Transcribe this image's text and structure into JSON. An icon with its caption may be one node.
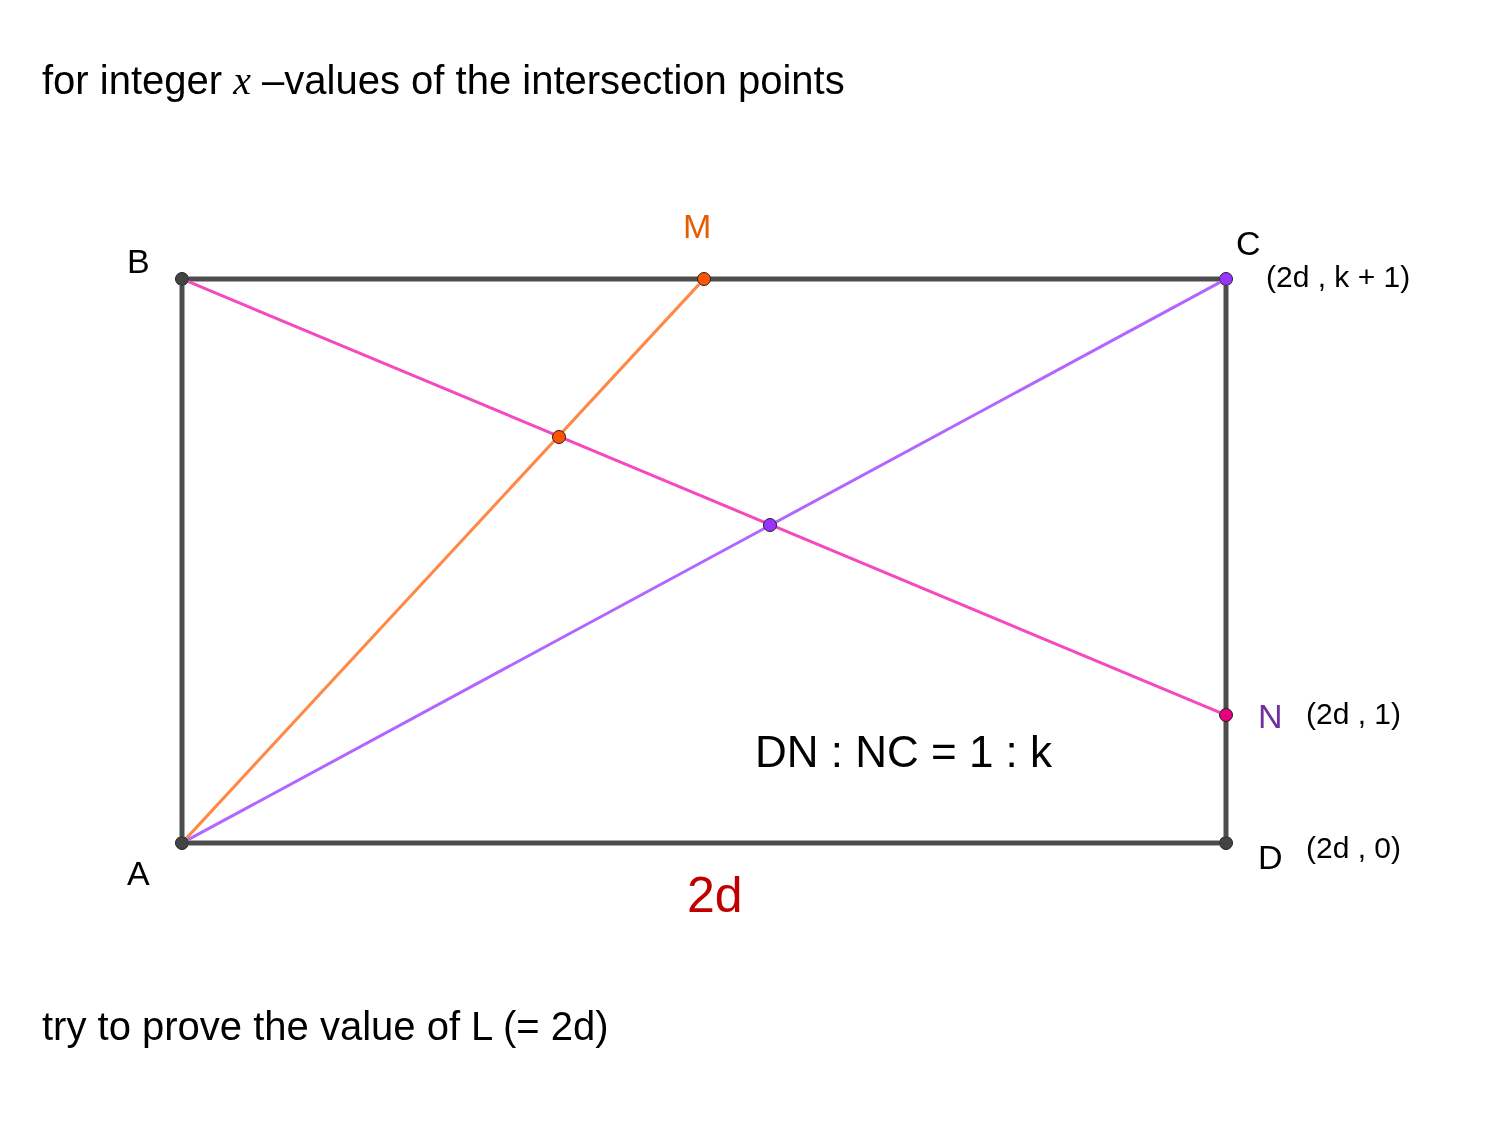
{
  "diagram": {
    "title": "for integer *x* –values of the intersection points",
    "caption": "try to prove the value of L (= 2d)",
    "nodes": [
      {
        "text": [
          "B"
        ]
      },
      {
        "text": [
          "M"
        ]
      },
      {
        "text": [
          "C"
        ],
        "beside": [
          "(2d , k + 1)"
        ]
      },
      {
        "text": [],
        "shape": "circle"
      },
      {
        "text": [],
        "shape": "circle"
      },
      {
        "text": [
          "N"
        ],
        "beside": [
          "(2d , 1)"
        ]
      },
      {
        "text": [
          "A"
        ]
      },
      {
        "text": [
          "D"
        ],
        "beside": [
          "(2d , 0)"
        ]
      }
    ],
    "edges": [
      {
        "from": 0,
        "to": 2,
        "arrow": "none"
      },
      {
        "from": 2,
        "to": 7,
        "arrow": "none"
      },
      {
        "from": 7,
        "to": 6,
        "arrow": "none"
      },
      {
        "from": 6,
        "to": 0,
        "arrow": "none"
      },
      {
        "from": 0,
        "to": 5,
        "arrow": "none",
        "color": "#f549c0"
      },
      {
        "from": 6,
        "to": 1,
        "arrow": "none",
        "color": "#ff8844"
      },
      {
        "from": 6,
        "to": 2,
        "arrow": "none",
        "color": "#b266ff"
      }
    ],
    "labels": [
      "DN : NC = 1 : k",
      "2d"
    ]
  }
}
